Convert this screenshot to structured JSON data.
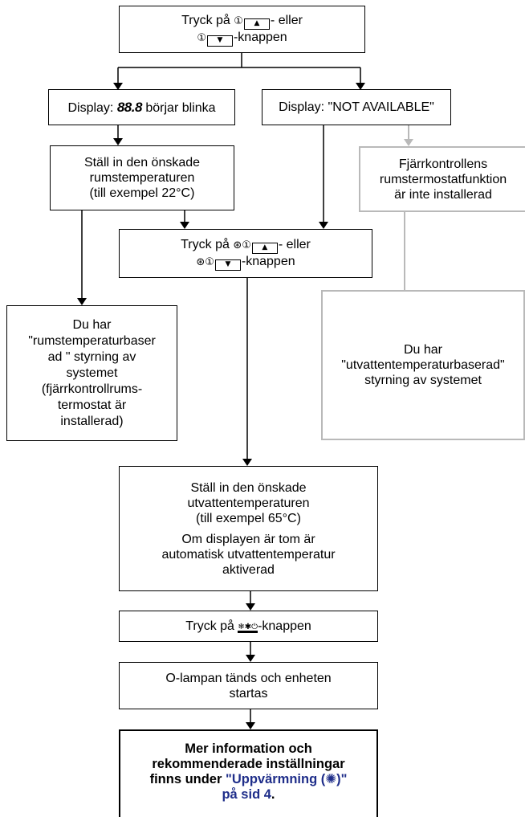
{
  "boxes": {
    "start": {
      "line1_pre": "Tryck på",
      "line1_post": "- eller",
      "line2_post": "-knappen",
      "thermo_icon": "①",
      "up_key": "▲",
      "down_key": "▼"
    },
    "display_blink": {
      "pre": "Display:",
      "digits": "88.8",
      "post": "börjar blinka"
    },
    "display_not_available": {
      "text": "Display: \"NOT AVAILABLE\""
    },
    "set_room_temp": {
      "line1": "Ställ in den önskade",
      "line2": "rumstemperaturen",
      "line3": "(till exempel 22°C)"
    },
    "remote_not_installed": {
      "line1": "Fjärrkontrollens",
      "line2": "rumstermostatfunktion",
      "line3": "är inte installerad"
    },
    "press_outlet": {
      "line1_pre": "Tryck på",
      "line1_post": "- eller",
      "line2_post": "-knappen",
      "outlet_icon": "⊛①",
      "up_key": "▲",
      "down_key": "▼"
    },
    "room_based": {
      "line1": "Du har",
      "line2": "\"rumstemperaturbaser",
      "line3": "ad \" styrning av",
      "line4": "systemet",
      "line5": "(fjärrkontrollrums-",
      "line6": "termostat är",
      "line7": "installerad)"
    },
    "water_based": {
      "line1": "Du har",
      "line2": "\"utvattentemperaturbaserad\"",
      "line3": "styrning av systemet"
    },
    "set_water_temp": {
      "line1": "Ställ in den önskade",
      "line2": "utvattentemperaturen",
      "line3": "(till exempel 65°C)",
      "line4": "Om displayen är tom är",
      "line5": "automatisk utvattentemperatur",
      "line6": "aktiverad"
    },
    "press_heat": {
      "pre": "Tryck på",
      "icon": "❄✱⏻",
      "post": "-knappen"
    },
    "lamp_on": {
      "lamp": "O",
      "line1": "-lampan tänds och enheten",
      "line2": "startas"
    },
    "more_info": {
      "line1": "Mer information och",
      "line2": "rekommenderade inställningar",
      "line3_pre": "finns under",
      "link": "\"Uppvärmning (✺)\"",
      "link2": "på sid 4",
      "end": "."
    }
  },
  "colors": {
    "box_border": "#000000",
    "grey_border": "#b9b9b9",
    "link": "#1f2e8a"
  }
}
